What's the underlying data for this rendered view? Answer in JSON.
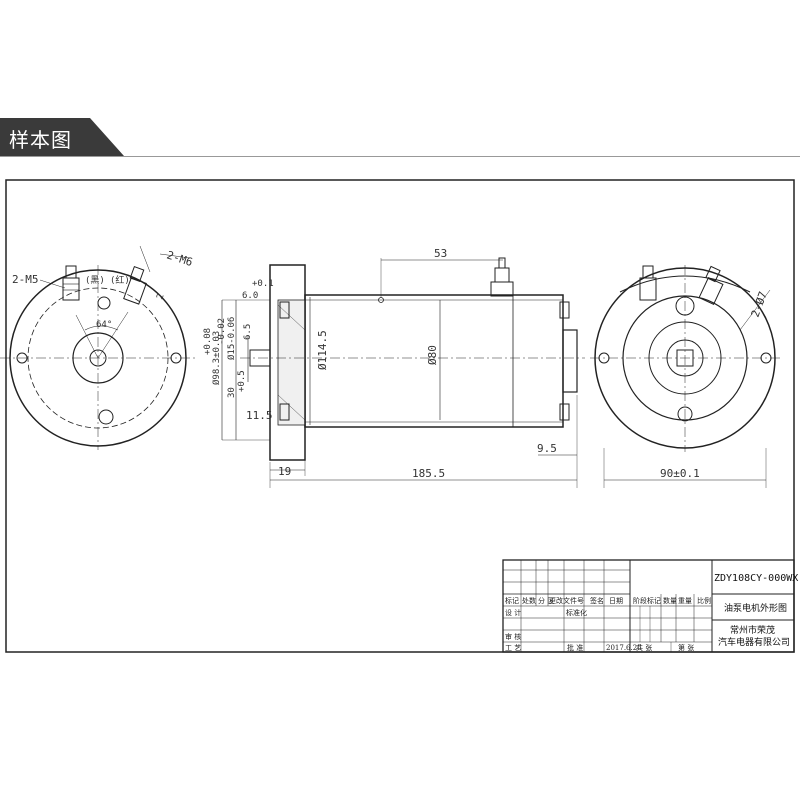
{
  "header": {
    "title": "样本图"
  },
  "dims": {
    "m5": "2-M5",
    "m6": "2-M6",
    "black": "(黑)",
    "red": "(红)",
    "angle": "64°",
    "d53": "53",
    "d6": "6.0",
    "tol_01": "+0.1",
    "d15": "Ø15-0.06",
    "tol_02": "-0.02",
    "d6_5": "6.5",
    "d98": "Ø98.3±0.03",
    "tol_08": "+0.08",
    "d30": "30",
    "tol_05": "+0.5",
    "d11_5": "11.5",
    "d114": "Ø114.5",
    "d80": "Ø80",
    "d9_5": "9.5",
    "d19": "19",
    "d185": "185.5",
    "d90": "90±0.1",
    "d7": "2-Ø7",
    "d2": "2"
  },
  "title_block": {
    "drawing_no": "ZDY108CY-000WX",
    "drawing_name": "油泵电机外形图",
    "company_line1": "常州市荣茂",
    "company_line2": "汽车电器有限公司",
    "h_mark": "标记",
    "h_count": "处数",
    "h_zone": "分 区",
    "h_change_doc": "更改文件号",
    "h_sign": "签名",
    "h_date": "日期",
    "h_stage_mark": "阶段标记",
    "h_weight": "数量",
    "h_mass": "重量",
    "h_scale": "比例",
    "r_design": "设 计",
    "r_standard": "标准化",
    "r_check": "审 核",
    "r_process": "工 艺",
    "r_approve": "批 准",
    "r_date": "2017.6.26",
    "r_sheet_total": "共  张",
    "r_sheet_no": "第  张"
  }
}
